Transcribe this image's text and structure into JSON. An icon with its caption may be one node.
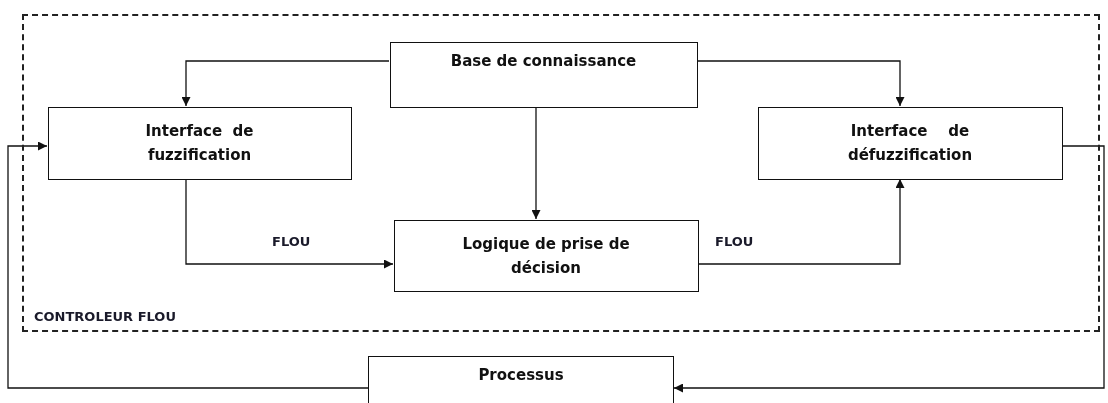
{
  "diagram": {
    "nodes": [
      {
        "text": [
          "CONTROLEUR FLOU"
        ]
      },
      {
        "text": [
          "Base de connaissance"
        ],
        "in": 0
      },
      {
        "text": [
          "Interface  de fuzzification"
        ],
        "in": 0
      },
      {
        "text": [
          "Interface    de défuzzification"
        ],
        "in": 0
      },
      {
        "text": [
          "Logique de prise de décision"
        ],
        "in": 0
      },
      {
        "text": [
          "Processus"
        ]
      }
    ],
    "edges": [
      {
        "from": 1,
        "to": 2,
        "arrow": "to"
      },
      {
        "from": 1,
        "to": 3,
        "arrow": "to"
      },
      {
        "from": 1,
        "to": 4,
        "arrow": "to"
      },
      {
        "from": 2,
        "to": 4,
        "arrow": "to",
        "label": "FLOU"
      },
      {
        "from": 4,
        "to": 3,
        "arrow": "to",
        "label": "FLOU"
      },
      {
        "from": 3,
        "to": 5,
        "arrow": "to"
      },
      {
        "from": 5,
        "to": 2,
        "arrow": "to"
      }
    ]
  }
}
